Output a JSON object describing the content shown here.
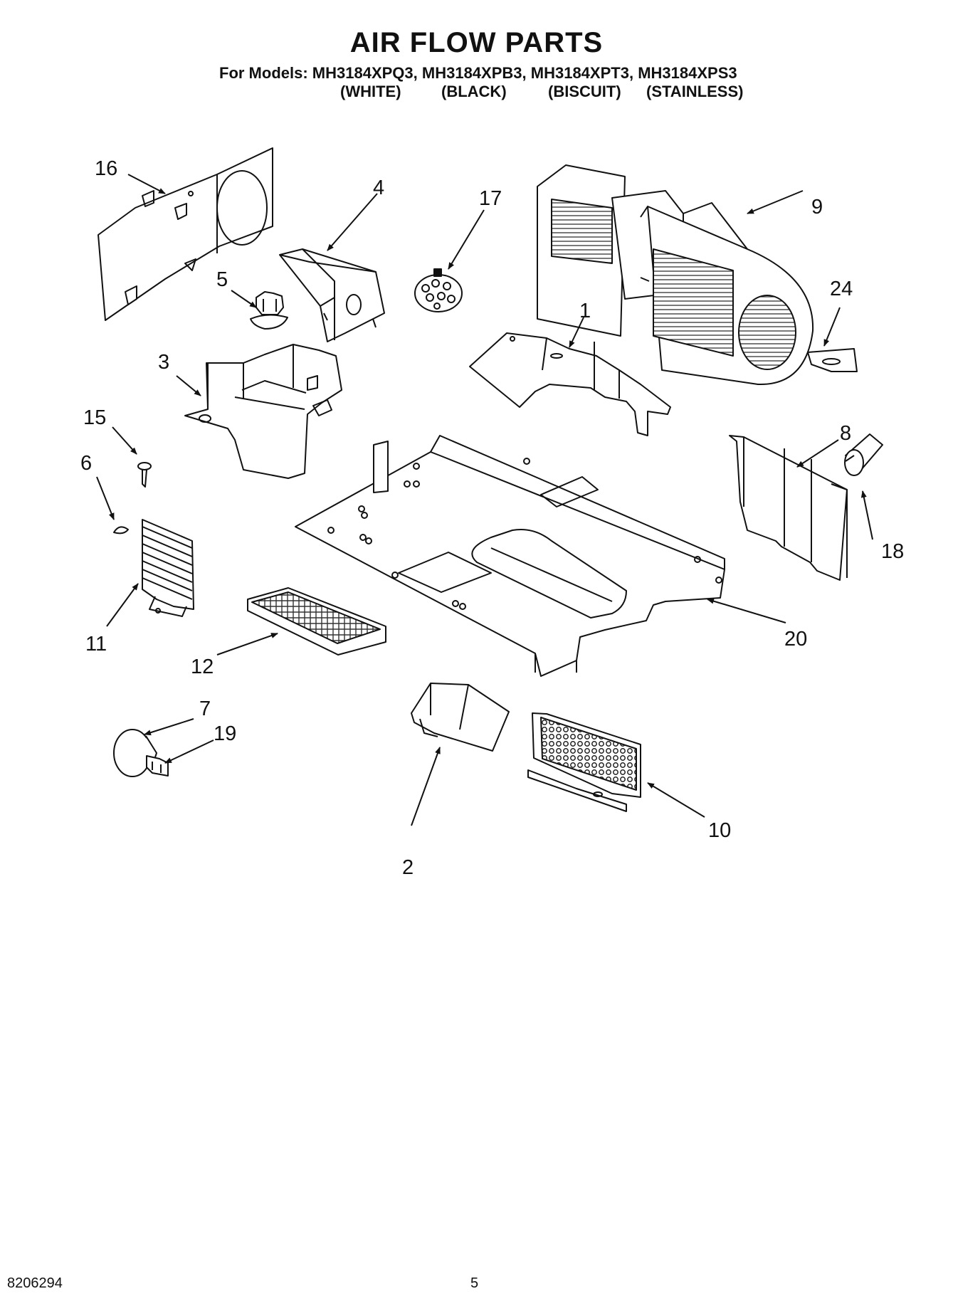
{
  "header": {
    "title": "AIR FLOW PARTS",
    "models_prefix": "For Models:",
    "models": [
      "MH3184XPQ3,",
      "MH3184XPB3,",
      "MH3184XPT3,",
      "MH3184XPS3"
    ],
    "colors": [
      "(WHITE)",
      "(BLACK)",
      "(BISCUIT)",
      "(STAINLESS)"
    ]
  },
  "callouts": {
    "c1": "1",
    "c2": "2",
    "c3": "3",
    "c4": "4",
    "c5": "5",
    "c6": "6",
    "c7": "7",
    "c8": "8",
    "c9": "9",
    "c10": "10",
    "c11": "11",
    "c12": "12",
    "c15": "15",
    "c16": "16",
    "c17": "17",
    "c18": "18",
    "c19": "19",
    "c20": "20",
    "c24": "24"
  },
  "footer": {
    "doc_number": "8206294",
    "page_number": "5"
  }
}
